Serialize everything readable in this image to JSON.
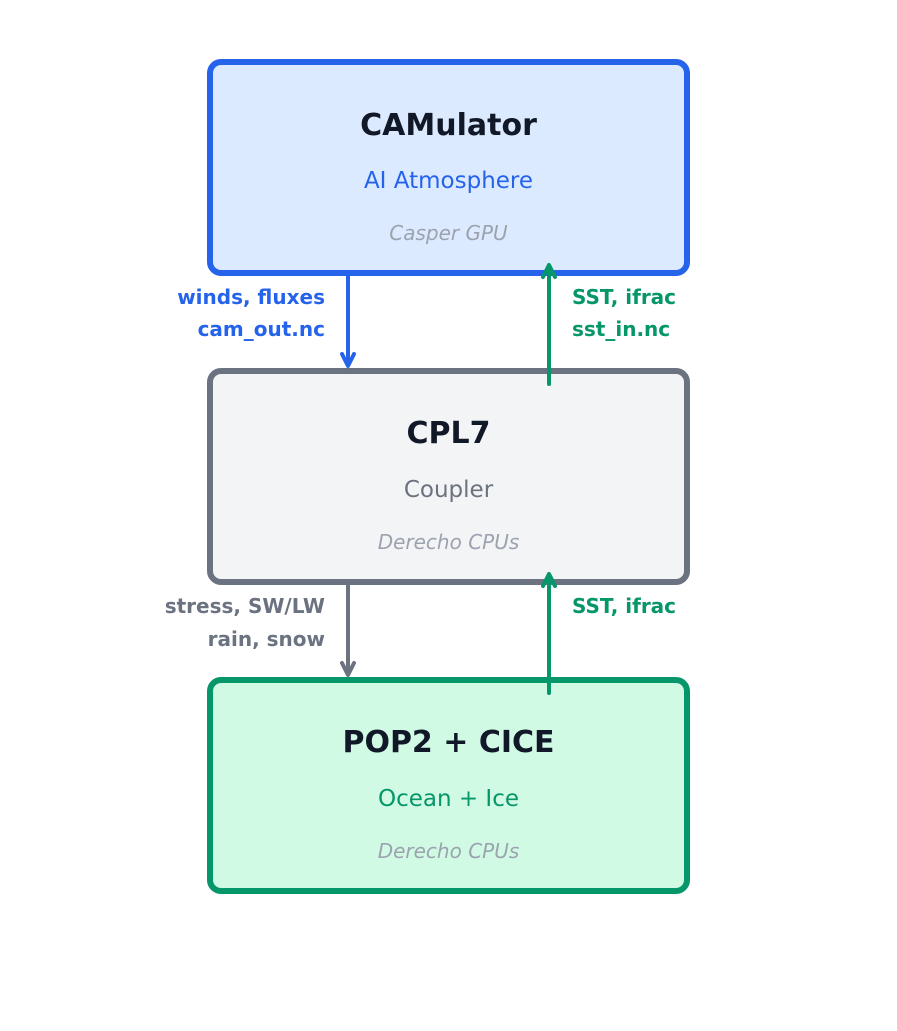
{
  "diagram": {
    "nodes": [
      {
        "id": "camulator",
        "title": "CAMulator",
        "subtitle": "AI Atmosphere",
        "host": "Casper GPU",
        "stroke": "#2563eb",
        "fill": "#dbeafe",
        "subtitle_color": "#2563eb"
      },
      {
        "id": "cpl7",
        "title": "CPL7",
        "subtitle": "Coupler",
        "host": "Derecho CPUs",
        "stroke": "#6b7280",
        "fill": "#f3f4f6",
        "subtitle_color": "#6b7280"
      },
      {
        "id": "pop2-cice",
        "title": "POP2 + CICE",
        "subtitle": "Ocean + Ice",
        "host": "Derecho CPUs",
        "stroke": "#059669",
        "fill": "#d1fae5",
        "subtitle_color": "#059669"
      }
    ],
    "edges": [
      {
        "from": "camulator",
        "to": "cpl7",
        "direction": "down",
        "color": "#2563eb",
        "labels": [
          "winds, fluxes",
          "cam_out.nc"
        ]
      },
      {
        "from": "cpl7",
        "to": "camulator",
        "direction": "up",
        "color": "#059669",
        "labels": [
          "SST, ifrac",
          "sst_in.nc"
        ]
      },
      {
        "from": "cpl7",
        "to": "pop2-cice",
        "direction": "down",
        "color": "#6b7280",
        "labels": [
          "stress, SW/LW",
          "rain, snow"
        ]
      },
      {
        "from": "pop2-cice",
        "to": "cpl7",
        "direction": "up",
        "color": "#059669",
        "labels": [
          "SST, ifrac"
        ]
      }
    ]
  }
}
